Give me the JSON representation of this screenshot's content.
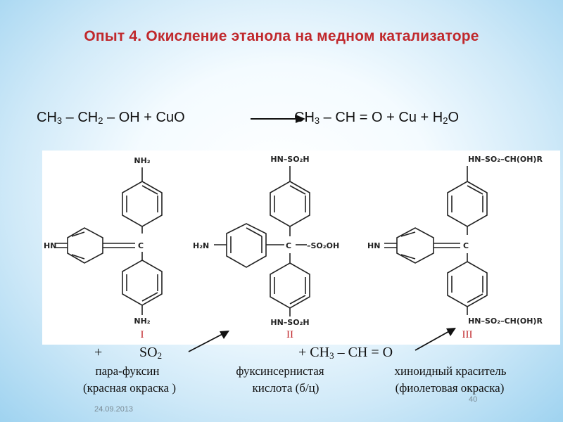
{
  "slide": {
    "title": "Опыт 4. Окисление этанола на медном катализаторе",
    "date": "24.09.2013",
    "page_number": "40"
  },
  "equation": {
    "lhs1": "CH",
    "lhs1_sub": "3",
    "lhs2": " – CH",
    "lhs2_sub": "2",
    "lhs3": " – OH  +  CuO",
    "rhs1": "CH",
    "rhs1_sub": "3",
    "rhs2": " – CH = O  +  Cu  +  H",
    "rhs2_sub": "2",
    "rhs3": "O"
  },
  "structures": {
    "I": {
      "numeral": "I",
      "top_group": "NH₂",
      "bottom_group": "NH₂",
      "left_group": "HN",
      "center": "C"
    },
    "II": {
      "numeral": "II",
      "top_group": "HN–SO₂H",
      "bottom_group": "HN–SO₂H",
      "left_group": "H₂N",
      "center": "C",
      "right_group": "–SO₂OH"
    },
    "III": {
      "numeral": "III",
      "top_group": "HN–SO₂–CH(OH)R",
      "bottom_group": "HN–SO₂–CH(OH)R",
      "left_group": "HN",
      "center": "C"
    }
  },
  "reagents": {
    "plus1": "+",
    "so2": "SO",
    "so2_sub": "2",
    "plus2_acetaldehyde": "+ CH",
    "acet_sub": "3",
    "acet_rest": " – CH = O"
  },
  "labels": {
    "I_name": "пара-фуксин",
    "I_note": "(красная  окраска )",
    "II_name": "фуксинсернистая",
    "II_note": "кислота (б/ц)",
    "III_name": "хиноидный краситель",
    "III_note": "(фиолетовая окраска)"
  },
  "colors": {
    "title": "#c0282c",
    "numerals": "#c0282c",
    "background_edge": "#9fd3f0"
  }
}
